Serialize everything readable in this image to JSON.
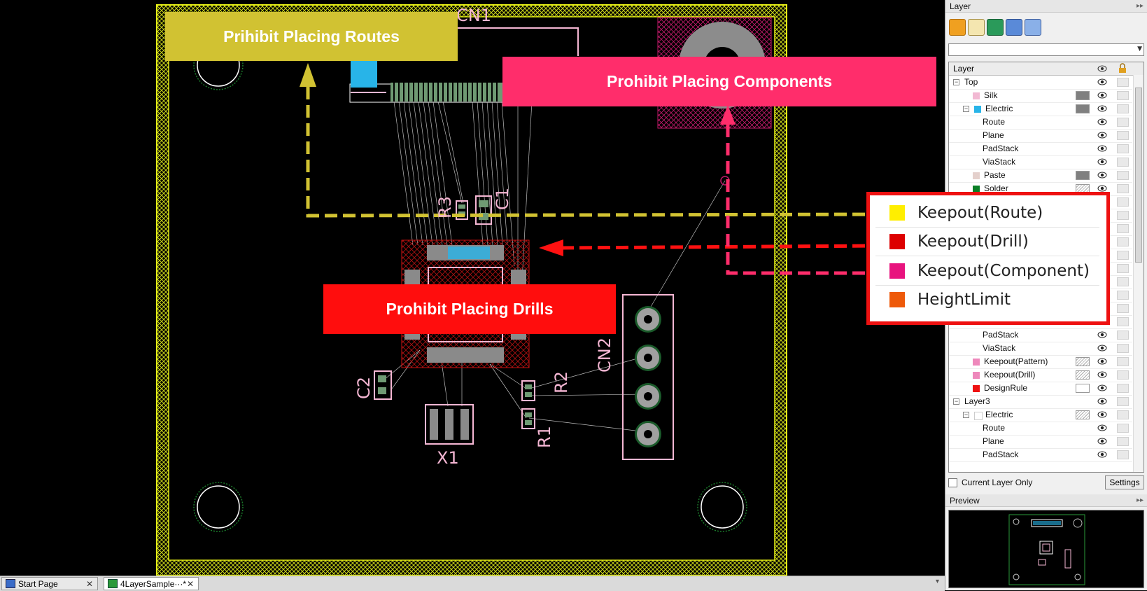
{
  "annotations": {
    "routes": "Prihibit Placing Routes",
    "components": "Prohibit Placing Components",
    "drills": "Prohibit Placing Drills"
  },
  "refdes": {
    "cn1": "CN1",
    "r3": "R3",
    "c1": "C1",
    "cn2": "CN2",
    "r2": "R2",
    "r1": "R1",
    "c2": "C2",
    "x1": "X1"
  },
  "legend": [
    {
      "label": "Keepout(Route)",
      "color": "#ffee00"
    },
    {
      "label": "Keepout(Drill)",
      "color": "#dd0000"
    },
    {
      "label": "Keepout(Component)",
      "color": "#e8137e"
    },
    {
      "label": "HeightLimit",
      "color": "#ee5a0a"
    }
  ],
  "tabs": [
    {
      "label": "Start Page",
      "icon": "start-page-icon"
    },
    {
      "label": "4LayerSample···*",
      "icon": "board-icon"
    }
  ],
  "panel": {
    "title": "Layer",
    "tree_header": "Layer",
    "toolbar": [
      "prj-icon",
      "properties-icon",
      "layer-stack-icon",
      "db-icon",
      "grid-icon"
    ],
    "rows": [
      {
        "name": "Top",
        "indent": 0,
        "expander": "−",
        "swatch": null
      },
      {
        "name": "Silk",
        "indent": 2,
        "swatch": "#f2b9d3",
        "box": "#808080"
      },
      {
        "name": "Electric",
        "indent": 1,
        "expander": "−",
        "swatch": "#28b4e8",
        "box": "#808080"
      },
      {
        "name": "Route",
        "indent": 3,
        "swatch": null
      },
      {
        "name": "Plane",
        "indent": 3,
        "swatch": null
      },
      {
        "name": "PadStack",
        "indent": 3,
        "swatch": null
      },
      {
        "name": "ViaStack",
        "indent": 3,
        "swatch": null
      },
      {
        "name": "Paste",
        "indent": 2,
        "swatch": "#e4d0cc",
        "box": "#808080"
      },
      {
        "name": "Solder",
        "indent": 2,
        "swatch": "#0a7f26",
        "box": "hatch"
      },
      {
        "name": "",
        "indent": 2,
        "swatch": null
      },
      {
        "name": "",
        "indent": 2,
        "swatch": null
      },
      {
        "name": "",
        "indent": 2,
        "swatch": null
      },
      {
        "name": "",
        "indent": 2,
        "swatch": null
      },
      {
        "name": "",
        "indent": 2,
        "swatch": null
      },
      {
        "name": "",
        "indent": 2,
        "swatch": null
      },
      {
        "name": "",
        "indent": 2,
        "swatch": null
      },
      {
        "name": "",
        "indent": 2,
        "swatch": null
      },
      {
        "name": "",
        "indent": 2,
        "swatch": null
      },
      {
        "name": "Plane",
        "indent": 3,
        "swatch": null
      },
      {
        "name": "PadStack",
        "indent": 3,
        "swatch": null
      },
      {
        "name": "ViaStack",
        "indent": 3,
        "swatch": null
      },
      {
        "name": "Keepout(Pattern)",
        "indent": 2,
        "swatch": "#ee88bb",
        "box": "hatch"
      },
      {
        "name": "Keepout(Drill)",
        "indent": 2,
        "swatch": "#ee88bb",
        "box": "hatch"
      },
      {
        "name": "DesignRule",
        "indent": 2,
        "swatch": "#ee1111",
        "box": "#ffffff"
      },
      {
        "name": "Layer3",
        "indent": 0,
        "expander": "−",
        "swatch": null
      },
      {
        "name": "Electric",
        "indent": 1,
        "expander": "−",
        "swatch": "#ffffff",
        "box": "hatch"
      },
      {
        "name": "Route",
        "indent": 3,
        "swatch": null
      },
      {
        "name": "Plane",
        "indent": 3,
        "swatch": null
      },
      {
        "name": "PadStack",
        "indent": 3,
        "swatch": null
      }
    ],
    "current_layer_only": "Current Layer Only",
    "settings": "Settings",
    "preview_title": "Preview"
  }
}
